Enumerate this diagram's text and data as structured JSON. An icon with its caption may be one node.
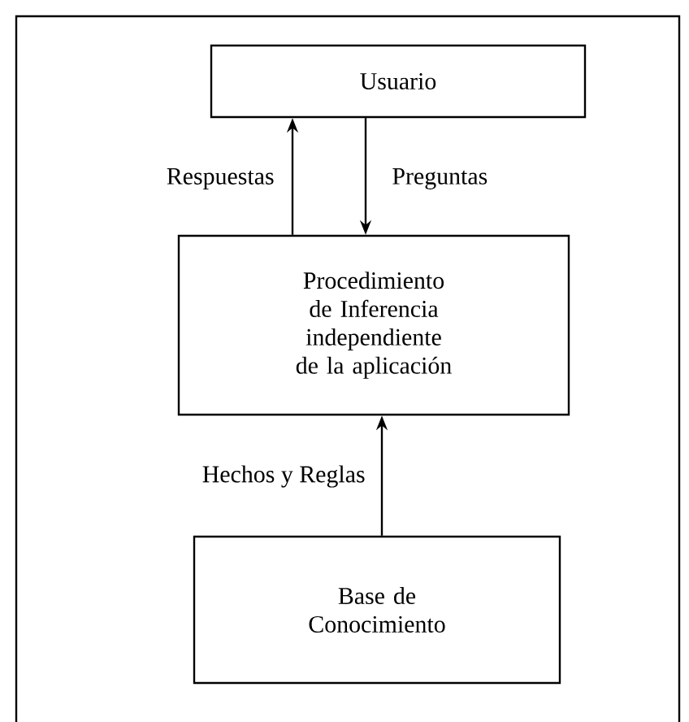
{
  "diagram": {
    "nodes": [
      {
        "text": [
          "Usuario"
        ]
      },
      {
        "text": [
          "Procedimiento de Inferencia independiente de la aplicación"
        ]
      },
      {
        "text": [
          "Base de Conocimiento"
        ]
      }
    ],
    "edges": [
      {
        "from": 1,
        "to": 0,
        "arrow": "to",
        "label": "Respuestas"
      },
      {
        "from": 0,
        "to": 1,
        "arrow": "to",
        "label": "Preguntas"
      },
      {
        "from": 2,
        "to": 1,
        "arrow": "to",
        "label": "Hechos y Reglas"
      }
    ]
  }
}
